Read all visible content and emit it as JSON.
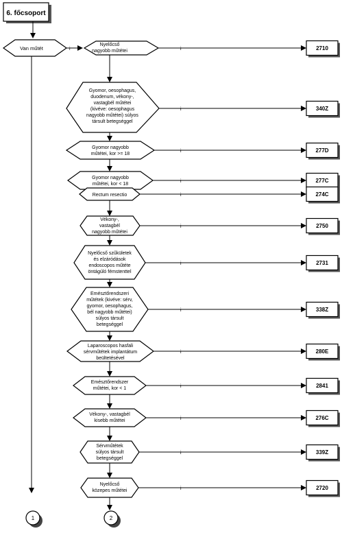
{
  "header": {
    "title": "6. főcsoport"
  },
  "start_decision": {
    "label": "Van műtét",
    "yes_mark": "i"
  },
  "decisions": [
    {
      "lines": [
        "Nyelőcső",
        "nagyobb műtétei"
      ],
      "code": "2710",
      "yes_mark": "i"
    },
    {
      "lines": [
        "Gyomor, oesophagus,",
        "duodenum, vékony-,",
        "vastagbél műtétei",
        "(kivéve: oesophagus",
        "nagyobb műtétei) súlyos",
        "társult betegséggel"
      ],
      "code": "340Z",
      "yes_mark": "i"
    },
    {
      "lines": [
        "Gyomor nagyobb",
        "műtétei, kor >= 18"
      ],
      "code": "277D",
      "yes_mark": "i"
    },
    {
      "lines": [
        "Gyomor nagyobb",
        "műtétei, kor < 18"
      ],
      "code": "277C",
      "yes_mark": "i"
    },
    {
      "lines": [
        "Rectum resectio"
      ],
      "code": "274C",
      "yes_mark": "i"
    },
    {
      "lines": [
        "Vékony-,",
        "vastagbél",
        "nagyobb műtétei"
      ],
      "code": "2750",
      "yes_mark": "i"
    },
    {
      "lines": [
        "Nyelőcső szűkületek",
        "és elzáródások",
        "endoscopos műtéte",
        "öntágúló fémstenttel"
      ],
      "code": "2731",
      "yes_mark": "i"
    },
    {
      "lines": [
        "Emésztőrendszeri",
        "műtétek (kivéve: sérv,",
        "gyomor, oesophagus,",
        "bél nagyobb műtétei)",
        "súlyos társult",
        "betegséggel"
      ],
      "code": "338Z",
      "yes_mark": "i"
    },
    {
      "lines": [
        "Laparoscopos hasfali",
        "sérvműtétek implantátum",
        "beültetésével"
      ],
      "code": "280E",
      "yes_mark": "i"
    },
    {
      "lines": [
        "Emésztőrendszer",
        "műtétei,  kor < 1"
      ],
      "code": "2841",
      "yes_mark": "i"
    },
    {
      "lines": [
        "Vékony-, vastagbél",
        "kisebb műtétei"
      ],
      "code": "276C",
      "yes_mark": "i"
    },
    {
      "lines": [
        "Sérvműtétek",
        "súlyos társult",
        "betegséggel"
      ],
      "code": "339Z",
      "yes_mark": "i"
    },
    {
      "lines": [
        "Nyelőcső",
        "közepes műtétei"
      ],
      "code": "2720",
      "yes_mark": "i"
    }
  ],
  "connectors": [
    {
      "label": "1"
    },
    {
      "label": "2"
    }
  ]
}
